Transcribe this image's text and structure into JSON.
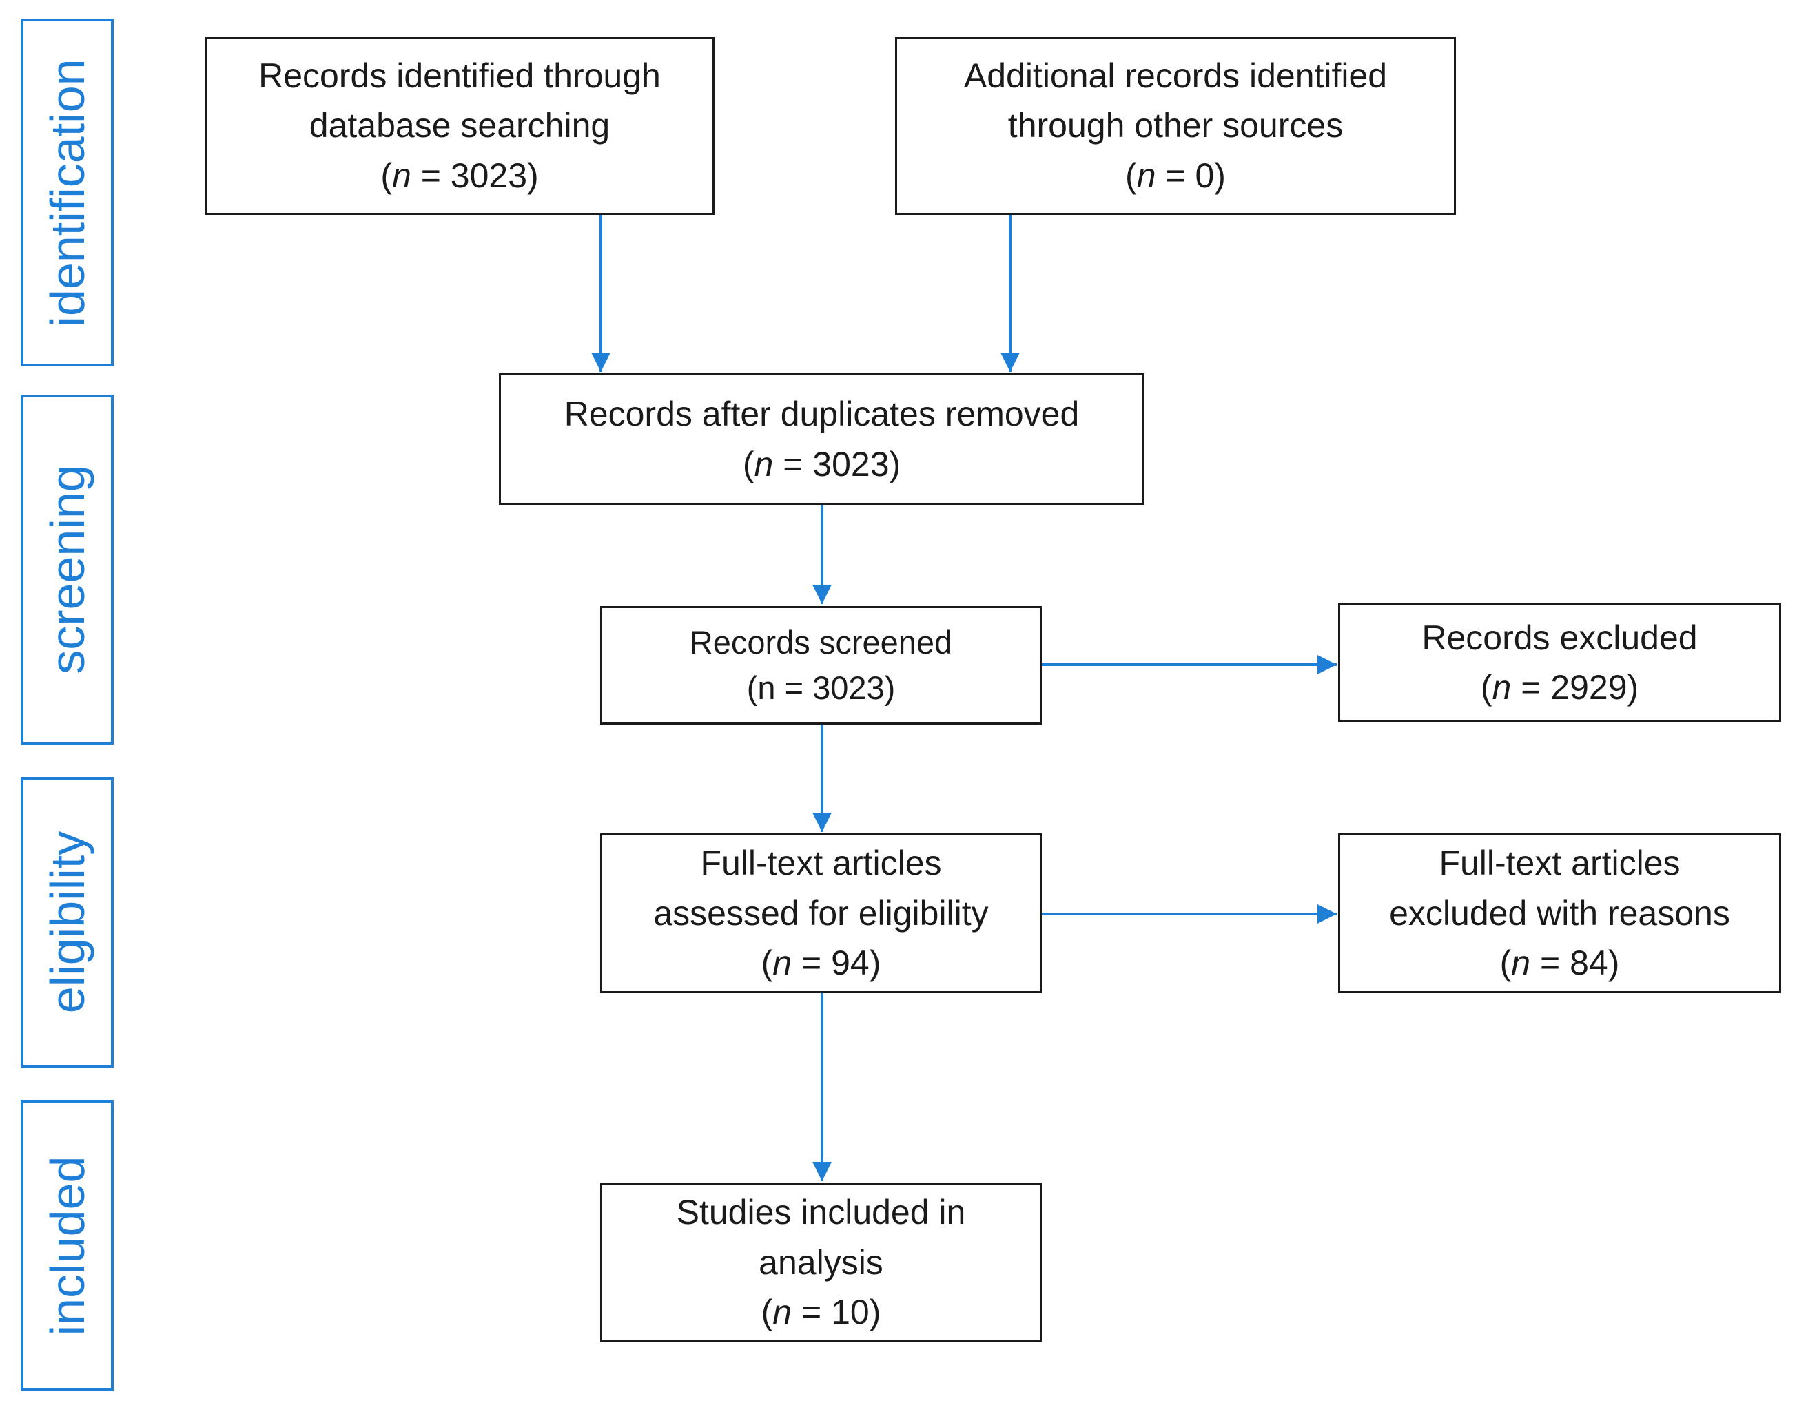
{
  "stages": [
    {
      "id": "identification",
      "label": "identification"
    },
    {
      "id": "screening",
      "label": "screening"
    },
    {
      "id": "eligibility",
      "label": "eligibility"
    },
    {
      "id": "included",
      "label": "included"
    }
  ],
  "boxes": {
    "database_search": {
      "lines": [
        "Records identified through",
        "database searching"
      ],
      "n_prefix": "(",
      "n_var": "n",
      "n_value": " = 3023)"
    },
    "other_sources": {
      "lines": [
        "Additional records identified",
        "through other sources"
      ],
      "n_prefix": "(",
      "n_var": "n",
      "n_value": " = 0)"
    },
    "duplicates_removed": {
      "lines": [
        "Records after duplicates removed"
      ],
      "n_prefix": "(",
      "n_var": "n",
      "n_value": " = 3023)"
    },
    "screened": {
      "lines": [
        "Records screened",
        "(n = 3023)"
      ]
    },
    "excluded": {
      "lines": [
        "Records excluded"
      ],
      "n_prefix": "(",
      "n_var": "n",
      "n_value": " = 2929)"
    },
    "fulltext_assessed": {
      "lines": [
        "Full-text articles",
        "assessed for eligibility"
      ],
      "n_prefix": "(",
      "n_var": "n",
      "n_value": " = 94)"
    },
    "fulltext_excluded": {
      "lines": [
        "Full-text articles",
        "excluded with reasons"
      ],
      "n_prefix": "(",
      "n_var": "n",
      "n_value": " = 84)"
    },
    "included_analysis": {
      "lines": [
        "Studies included in",
        "analysis"
      ],
      "n_prefix": "(",
      "n_var": "n",
      "n_value": " = 10)"
    }
  },
  "colors": {
    "accent": "#1f7fd6",
    "box_border": "#1a1a1a",
    "text": "#1a1a1a"
  }
}
